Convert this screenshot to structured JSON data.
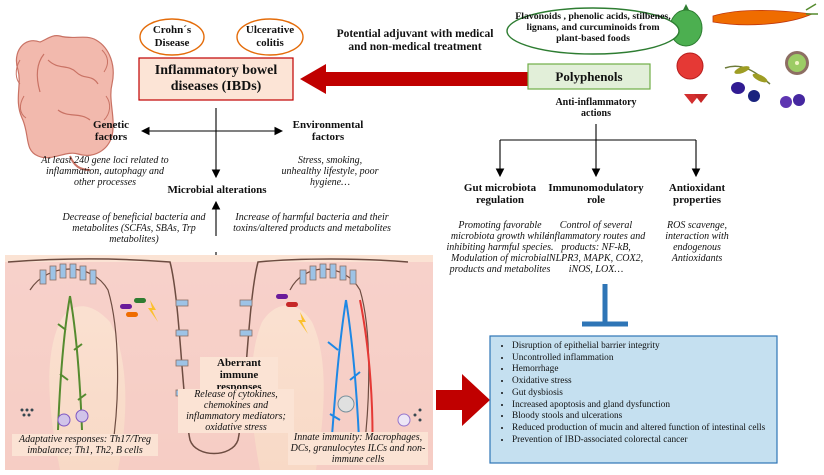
{
  "disease": {
    "crohns": "Crohn´s Disease",
    "colitis": "Ulcerative colitis",
    "ibd_title": "Inflammatory bowel diseases (IBDs)"
  },
  "treatment_label": "Potential adjuvant with medical and non-medical treatment",
  "polyphenols": {
    "sources": "Flavonoids , phenolic acids, stilbenes, lignans, and curcuminoids from plant-based foods",
    "title": "Polyphenols",
    "anti_inflammatory": "Anti-inflammatory actions"
  },
  "factors": {
    "genetic_title": "Genetic factors",
    "genetic_desc": "At least 240 gene loci related to inflammation, autophagy and other processes",
    "environmental_title": "Environmental factors",
    "environmental_desc": "Stress, smoking, unhealthy lifestyle, poor hygiene…",
    "microbial_title": "Microbial alterations",
    "microbial_decrease": "Decrease of beneficial bacteria and metabolites (SCFAs, SBAs, Trp metabolites)",
    "microbial_increase": "Increase of harmful bacteria and their toxins/altered products and metabolites"
  },
  "actions": [
    {
      "title": "Gut microbiota regulation",
      "desc": "Promoting favorable microbiota growth while inhibiting harmful species. Modulation of microbial products and metabolites"
    },
    {
      "title": "Immunomodulatory role",
      "desc": "Control of several inflammatory routes and products: NF-kB, NLPR3, MAPK, COX2, iNOS, LOX…"
    },
    {
      "title": "Antioxidant properties",
      "desc": "ROS scavenge, interaction with endogenous Antioxidants"
    }
  ],
  "immune": {
    "title": "Aberrant immune responses",
    "desc": "Release of cytokines, chemokines and inflammatory mediators; oxidative stress",
    "adaptive": "Adaptative responses: Th17/Treg imbalance; Th1, Th2, B cells",
    "innate": "Innate immunity: Macrophages, DCs, granulocytes ILCs and non-immune cells"
  },
  "effects": [
    "Disruption of epithelial barrier integrity",
    "Uncontrolled inflammation",
    "Hemorrhage",
    "Oxidative stress",
    "Gut dysbiosis",
    "Increased apoptosis and gland dysfunction",
    "Bloody stools and ulcerations",
    "Reduced production of mucin and altered function of intestinal cells",
    "Prevention of IBD-associated colorectal cancer"
  ],
  "colors": {
    "ibd_box_fill": "#fce4d6",
    "ibd_box_border": "#c00000",
    "arrow_red": "#c00000",
    "polyphenol_box_fill": "#e2efd9",
    "polyphenol_box_border": "#70ad47",
    "effects_box_fill": "#c5e0f0",
    "effects_box_border": "#2e75b6",
    "inhibit_blue": "#2e75b6",
    "tissue_pink": "#f4c2c2",
    "cell_blue": "#9dc3e6"
  }
}
